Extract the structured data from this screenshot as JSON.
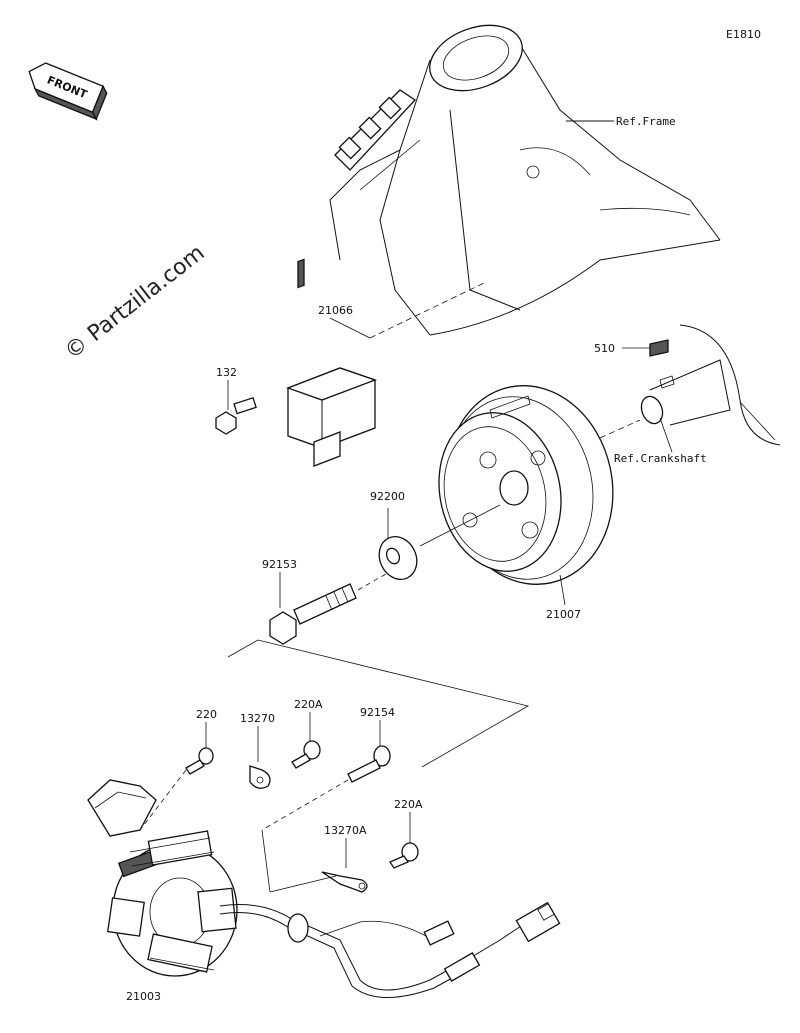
{
  "diagram_code": "E1810",
  "watermark": "© Partzilla.com",
  "front_label": "FRONT",
  "references": {
    "frame": "Ref.Frame",
    "crankshaft": "Ref.Crankshaft"
  },
  "parts": {
    "p21066": "21066",
    "p132": "132",
    "p510": "510",
    "p92200": "92200",
    "p92153": "92153",
    "p21007": "21007",
    "p220": "220",
    "p13270": "13270",
    "p220A_top": "220A",
    "p92154": "92154",
    "p13270A": "13270A",
    "p220A_bottom": "220A",
    "p21003": "21003"
  }
}
